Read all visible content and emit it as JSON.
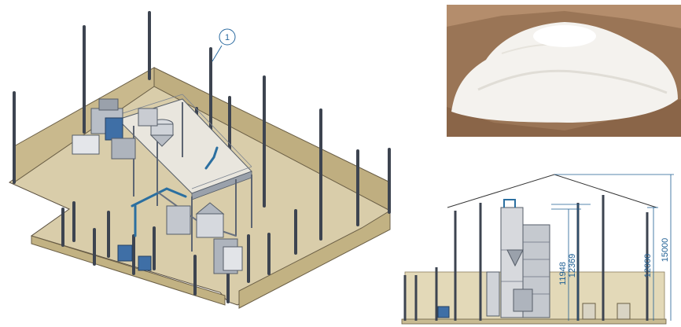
{
  "iso_view": {
    "callout_label": "1"
  },
  "elevation_view": {
    "dimensions": [
      "11948",
      "12369",
      "12000",
      "15000"
    ]
  },
  "colors": {
    "floor": "#d9cdaa",
    "wall": "#c9b98d",
    "steel": "#6a7280",
    "motor_blue": "#3f6fa6",
    "dimension_blue": "#1f5f93",
    "kraft_bag": "#a98363"
  }
}
